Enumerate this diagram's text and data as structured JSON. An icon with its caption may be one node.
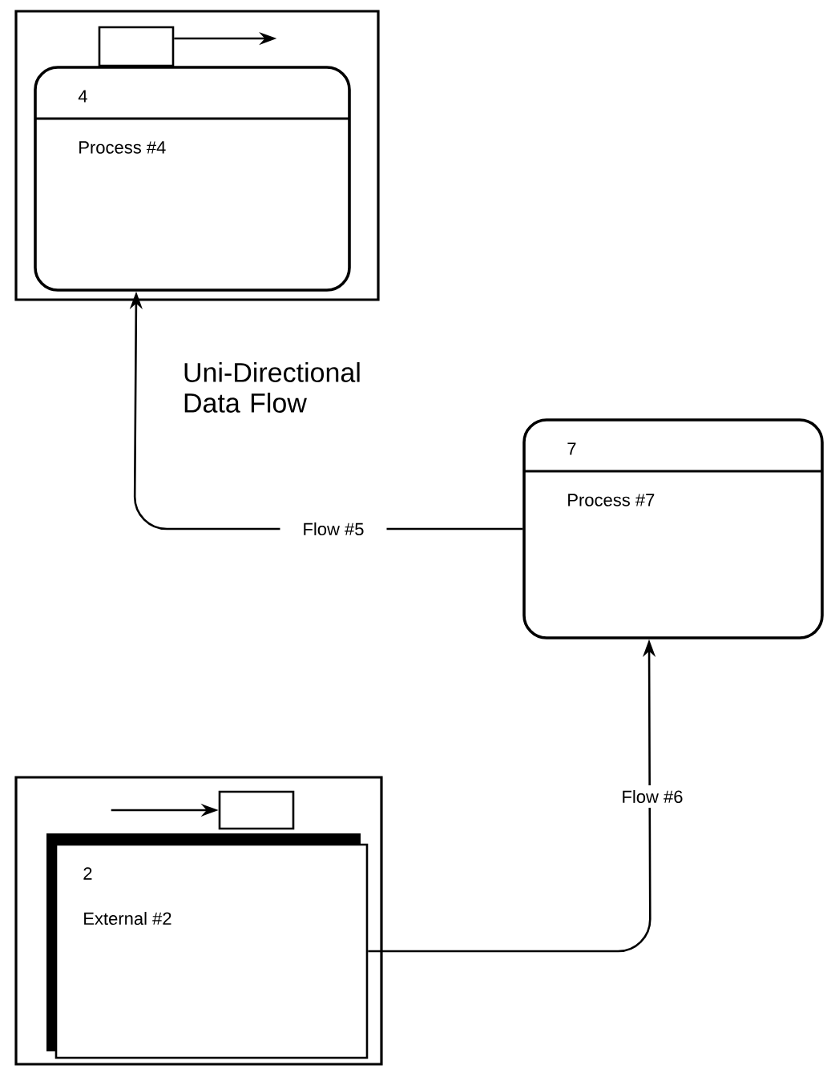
{
  "diagram": {
    "nodes": [
      {
        "text": [],
        "shape": "box"
      },
      {
        "text": [
          "4",
          "Process #4"
        ],
        "in": 0
      },
      {
        "text": [],
        "shape": "box",
        "in": 0
      },
      {
        "text": [
          "7",
          "Process #7"
        ]
      },
      {
        "text": [],
        "shape": "box"
      },
      {
        "text": [
          "2",
          "External #2"
        ],
        "in": 4
      },
      {
        "text": [],
        "shape": "box",
        "in": 4
      }
    ],
    "edges": [
      {
        "from": 2,
        "to": null,
        "arrow": "to"
      },
      {
        "from": 3,
        "to": 1,
        "arrow": "to",
        "label": "Flow #5"
      },
      {
        "from": null,
        "to": 6,
        "arrow": "to"
      },
      {
        "from": 5,
        "to": 3,
        "arrow": "to",
        "label": "Flow #6"
      }
    ],
    "labels": [
      "Uni-Directional Data Flow"
    ]
  }
}
